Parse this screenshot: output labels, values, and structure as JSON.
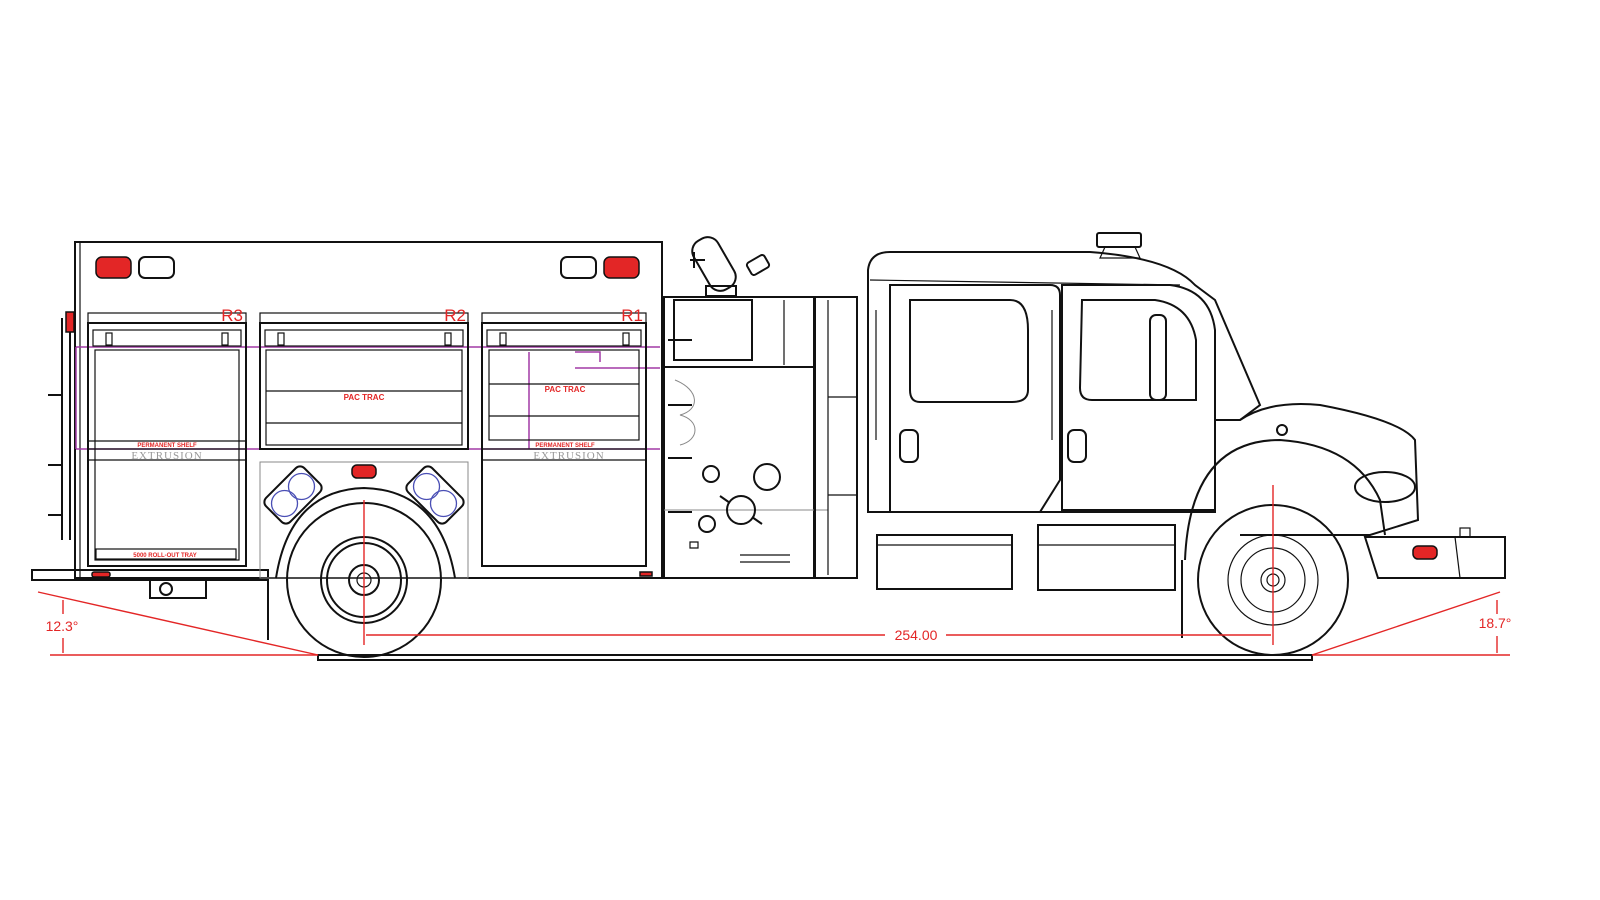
{
  "compartments": [
    {
      "id": "R3",
      "label": "R3",
      "shelf": "PERMANENT SHELF",
      "extrusion": "EXTRUSION",
      "tray": "5000 ROLL-OUT TRAY"
    },
    {
      "id": "R2",
      "label": "R2",
      "content": "PAC TRAC"
    },
    {
      "id": "R1",
      "label": "R1",
      "content": "PAC TRAC",
      "shelf": "PERMANENT SHELF",
      "extrusion": "EXTRUSION"
    }
  ],
  "dimensions": {
    "departure_angle": "12.3°",
    "wheelbase": "254.00",
    "approach_angle": "18.7°"
  },
  "colors": {
    "dimension": "#e32626",
    "lights": "#e32626",
    "line": "#111111",
    "shelf_outline": "#a23aa6"
  }
}
